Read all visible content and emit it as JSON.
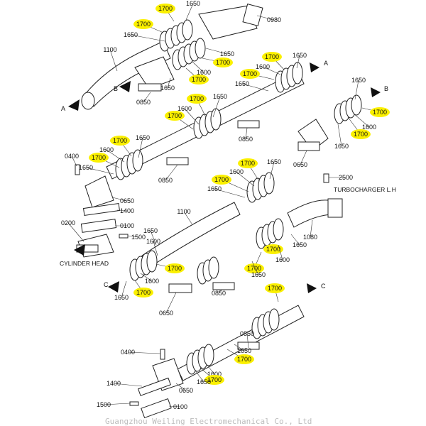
{
  "labels": {
    "p1700": "1700",
    "p1650": "1650",
    "p1600": "1600",
    "p1100": "1100",
    "p0850": "0850",
    "p0980": "0980",
    "p0650": "0650",
    "p0400": "0400",
    "p1400": "1400",
    "p0100": "0100",
    "p0200": "0200",
    "p1500": "1500",
    "p2500": "2500",
    "p1080": "1080"
  },
  "markers": {
    "a": "A",
    "b": "B",
    "c": "C"
  },
  "callouts": {
    "turbocharger": "TURBOCHARGER L.H",
    "cylinder_head": "CYLINDER HEAD"
  },
  "watermark": "Guangzhou Weiling Electromechanical Co., Ltd",
  "colors": {
    "highlight": "#fbf000",
    "line": "#222222",
    "watermark": "#bdbdbd"
  }
}
